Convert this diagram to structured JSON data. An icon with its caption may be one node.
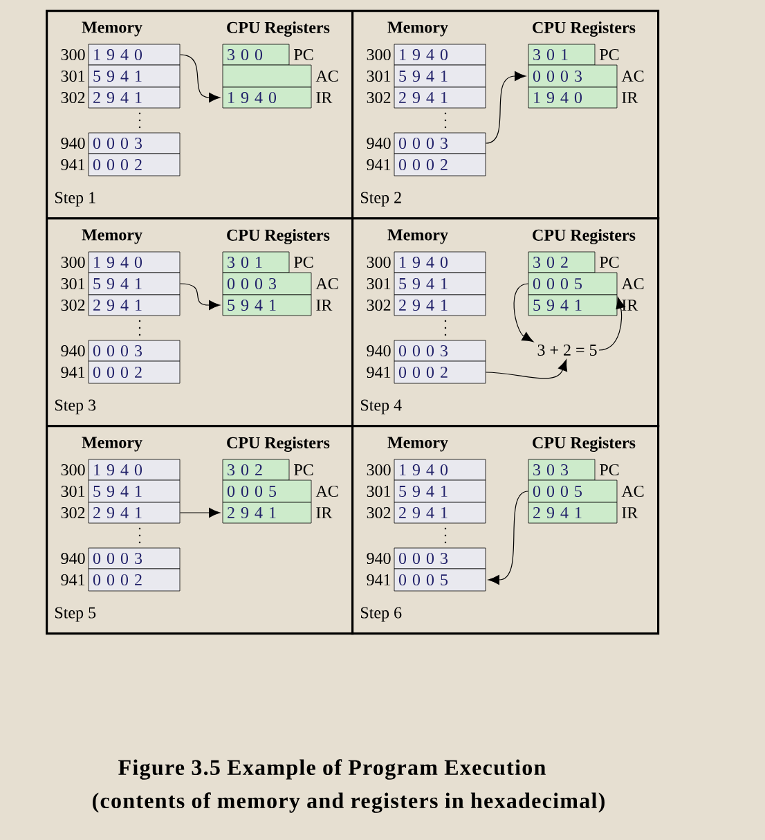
{
  "diagram": {
    "caption": "Figure 3.5 Example of Program Execution",
    "nodes": [
      {
        "text": [
          "Memory",
          "CPU Registers",
          "Step 1"
        ]
      },
      {
        "text": [
          "1 9 4 0"
        ],
        "beside": [
          "300"
        ],
        "in": 0
      },
      {
        "text": [
          "5 9 4 1"
        ],
        "beside": [
          "301"
        ],
        "in": 0
      },
      {
        "text": [
          "2 9 4 1"
        ],
        "beside": [
          "302"
        ],
        "in": 0
      },
      {
        "text": [
          "0 0 0 3"
        ],
        "beside": [
          "940"
        ],
        "in": 0
      },
      {
        "text": [
          "0 0 0 2"
        ],
        "beside": [
          "941"
        ],
        "in": 0
      },
      {
        "text": [
          "3 0 0"
        ],
        "beside": [
          "PC"
        ],
        "in": 0
      },
      {
        "text": [],
        "shape": "box",
        "beside": [
          "AC"
        ],
        "in": 0
      },
      {
        "text": [
          "1 9 4 0"
        ],
        "beside": [
          "IR"
        ],
        "in": 0
      },
      {
        "text": [
          "Memory",
          "CPU Registers",
          "Step 2"
        ]
      },
      {
        "text": [
          "1 9 4 0"
        ],
        "beside": [
          "300"
        ],
        "in": 9
      },
      {
        "text": [
          "5 9 4 1"
        ],
        "beside": [
          "301"
        ],
        "in": 9
      },
      {
        "text": [
          "2 9 4 1"
        ],
        "beside": [
          "302"
        ],
        "in": 9
      },
      {
        "text": [
          "0 0 0 3"
        ],
        "beside": [
          "940"
        ],
        "in": 9
      },
      {
        "text": [
          "0 0 0 2"
        ],
        "beside": [
          "941"
        ],
        "in": 9
      },
      {
        "text": [
          "3 0 1"
        ],
        "beside": [
          "PC"
        ],
        "in": 9
      },
      {
        "text": [
          "0 0 0 3"
        ],
        "beside": [
          "AC"
        ],
        "in": 9
      },
      {
        "text": [
          "1 9 4 0"
        ],
        "beside": [
          "IR"
        ],
        "in": 9
      },
      {
        "text": [
          "Memory",
          "CPU Registers",
          "Step 3"
        ]
      },
      {
        "text": [
          "1 9 4 0"
        ],
        "beside": [
          "300"
        ],
        "in": 18
      },
      {
        "text": [
          "5 9 4 1"
        ],
        "beside": [
          "301"
        ],
        "in": 18
      },
      {
        "text": [
          "2 9 4 1"
        ],
        "beside": [
          "302"
        ],
        "in": 18
      },
      {
        "text": [
          "0 0 0 3"
        ],
        "beside": [
          "940"
        ],
        "in": 18
      },
      {
        "text": [
          "0 0 0 2"
        ],
        "beside": [
          "941"
        ],
        "in": 18
      },
      {
        "text": [
          "3 0 1"
        ],
        "beside": [
          "PC"
        ],
        "in": 18
      },
      {
        "text": [
          "0 0 0 3"
        ],
        "beside": [
          "AC"
        ],
        "in": 18
      },
      {
        "text": [
          "5 9 4 1"
        ],
        "beside": [
          "IR"
        ],
        "in": 18
      },
      {
        "text": [
          "Memory",
          "CPU Registers",
          "Step 4"
        ]
      },
      {
        "text": [
          "1 9 4 0"
        ],
        "beside": [
          "300"
        ],
        "in": 27
      },
      {
        "text": [
          "5 9 4 1"
        ],
        "beside": [
          "301"
        ],
        "in": 27
      },
      {
        "text": [
          "2 9 4 1"
        ],
        "beside": [
          "302"
        ],
        "in": 27
      },
      {
        "text": [
          "0 0 0 3"
        ],
        "beside": [
          "940"
        ],
        "in": 27
      },
      {
        "text": [
          "0 0 0 2"
        ],
        "beside": [
          "941"
        ],
        "in": 27
      },
      {
        "text": [
          "3 0 2"
        ],
        "beside": [
          "PC"
        ],
        "in": 27
      },
      {
        "text": [
          "0 0 0 5"
        ],
        "beside": [
          "AC"
        ],
        "in": 27
      },
      {
        "text": [
          "5 9 4 1"
        ],
        "beside": [
          "IR"
        ],
        "in": 27
      },
      {
        "text": [
          "3 + 2 = 5"
        ],
        "in": 27
      },
      {
        "text": [
          "Memory",
          "CPU Registers",
          "Step 5"
        ]
      },
      {
        "text": [
          "1 9 4 0"
        ],
        "beside": [
          "300"
        ],
        "in": 37
      },
      {
        "text": [
          "5 9 4 1"
        ],
        "beside": [
          "301"
        ],
        "in": 37
      },
      {
        "text": [
          "2 9 4 1"
        ],
        "beside": [
          "302"
        ],
        "in": 37
      },
      {
        "text": [
          "0 0 0 3"
        ],
        "beside": [
          "940"
        ],
        "in": 37
      },
      {
        "text": [
          "0 0 0 2"
        ],
        "beside": [
          "941"
        ],
        "in": 37
      },
      {
        "text": [
          "3 0 2"
        ],
        "beside": [
          "PC"
        ],
        "in": 37
      },
      {
        "text": [
          "0 0 0 5"
        ],
        "beside": [
          "AC"
        ],
        "in": 37
      },
      {
        "text": [
          "2 9 4 1"
        ],
        "beside": [
          "IR"
        ],
        "in": 37
      },
      {
        "text": [
          "Memory",
          "CPU Registers",
          "Step 6"
        ]
      },
      {
        "text": [
          "1 9 4 0"
        ],
        "beside": [
          "300"
        ],
        "in": 46
      },
      {
        "text": [
          "5 9 4 1"
        ],
        "beside": [
          "301"
        ],
        "in": 46
      },
      {
        "text": [
          "2 9 4 1"
        ],
        "beside": [
          "302"
        ],
        "in": 46
      },
      {
        "text": [
          "0 0 0 3"
        ],
        "beside": [
          "940"
        ],
        "in": 46
      },
      {
        "text": [
          "0 0 0 5"
        ],
        "beside": [
          "941"
        ],
        "in": 46
      },
      {
        "text": [
          "3 0 3"
        ],
        "beside": [
          "PC"
        ],
        "in": 46
      },
      {
        "text": [
          "0 0 0 5"
        ],
        "beside": [
          "AC"
        ],
        "in": 46
      },
      {
        "text": [
          "2 9 4 1"
        ],
        "beside": [
          "IR"
        ],
        "in": 46
      }
    ],
    "edges": [
      {
        "from": 1,
        "to": 8,
        "arrow": "to"
      },
      {
        "from": 13,
        "to": 16,
        "arrow": "to"
      },
      {
        "from": 20,
        "to": 26,
        "arrow": "to"
      },
      {
        "from": 34,
        "to": 36,
        "arrow": "to"
      },
      {
        "from": 32,
        "to": 36,
        "arrow": "to"
      },
      {
        "from": 36,
        "to": 34,
        "arrow": "to"
      },
      {
        "from": 40,
        "to": 45,
        "arrow": "to"
      },
      {
        "from": 53,
        "to": 51,
        "arrow": "to"
      }
    ],
    "labels": [
      "(contents of memory and registers in hexadecimal)"
    ]
  }
}
